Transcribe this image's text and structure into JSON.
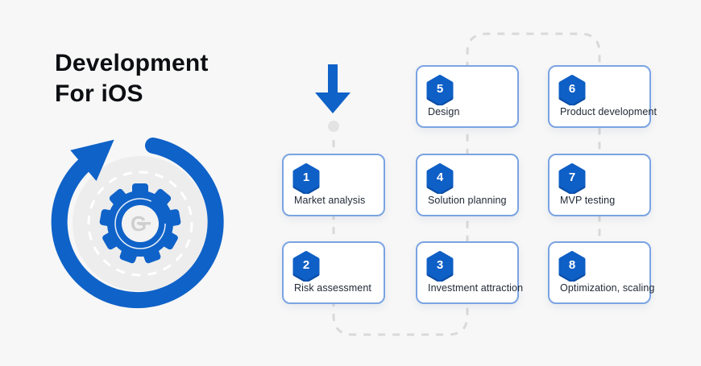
{
  "canvas": {
    "background": "#f7f7f7"
  },
  "title": {
    "line1": "Development",
    "line2": "For iOS"
  },
  "colors": {
    "accent_blue": "#0f62c8",
    "badge_blue": "#0e5fc6",
    "badge_blue_dark": "#0a4da6",
    "card_border": "#7aa4e2",
    "card_background": "#ffffff",
    "label_text": "#1e2733",
    "title_text": "#0c0e12",
    "connector_gray": "#d9d9d9",
    "disc_gray": "#ededed",
    "logo_gray": "#cfcfcf"
  },
  "icons": {
    "down_arrow": "down-arrow-icon",
    "refresh_arrow": "circular-refresh-arrow-icon",
    "gear": "gear-icon",
    "hexagon_badge": "hexagon-badge-icon"
  },
  "gear_logo_letter": "G",
  "steps": [
    {
      "number": "1",
      "label": "Market analysis"
    },
    {
      "number": "2",
      "label": "Risk assessment"
    },
    {
      "number": "3",
      "label": "Investment attraction"
    },
    {
      "number": "4",
      "label": "Solution planning"
    },
    {
      "number": "5",
      "label": "Design"
    },
    {
      "number": "6",
      "label": "Product development"
    },
    {
      "number": "7",
      "label": "MVP testing"
    },
    {
      "number": "8",
      "label": "Optimization, scaling"
    }
  ]
}
